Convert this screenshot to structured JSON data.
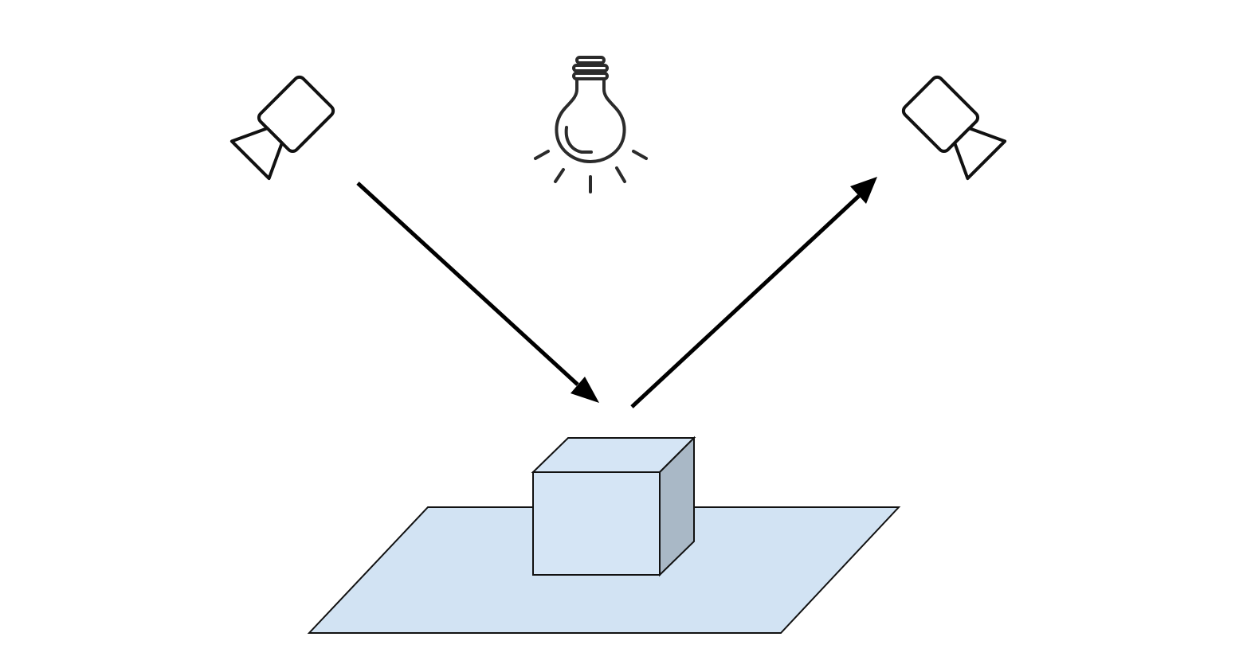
{
  "diagram": {
    "elements": [
      {
        "role": "source-camera",
        "icon": "camera-icon"
      },
      {
        "role": "light-source",
        "icon": "light-bulb-icon"
      },
      {
        "role": "receiver-camera",
        "icon": "camera-icon"
      },
      {
        "role": "incident-ray",
        "icon": "arrow-icon"
      },
      {
        "role": "reflected-ray",
        "icon": "arrow-icon"
      },
      {
        "role": "object",
        "icon": "cube-icon"
      },
      {
        "role": "surface",
        "icon": "ground-plane-icon"
      }
    ],
    "colors": {
      "stroke": "#000000",
      "bulb_stroke": "#2b2b2b",
      "plane_fill": "#d2e3f3",
      "cube_front": "#d5e5f5",
      "cube_top": "#d5e5f5",
      "cube_side": "#a9b8c6",
      "background": "#ffffff"
    }
  }
}
